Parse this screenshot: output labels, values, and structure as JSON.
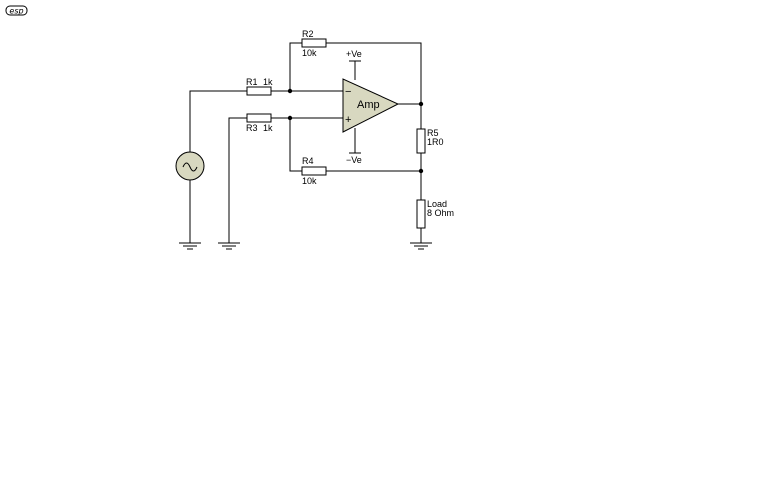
{
  "logo": {
    "text": "esp"
  },
  "components": {
    "r1": {
      "name": "R1",
      "value": "1k"
    },
    "r2": {
      "name": "R2",
      "value": "10k"
    },
    "r3": {
      "name": "R3",
      "value": "1k"
    },
    "r4": {
      "name": "R4",
      "value": "10k"
    },
    "r5": {
      "name": "R5",
      "value": "1R0"
    },
    "load": {
      "name": "Load",
      "value": "8 Ohm"
    }
  },
  "opamp": {
    "label": "Amp",
    "minus_sign": "−",
    "plus_sign": "+",
    "vpos": "+Ve",
    "vneg": "−Ve"
  },
  "colors": {
    "wire": "#000000",
    "opamp_fill": "#d8d8c0",
    "source_fill": "#d8d8c0",
    "resistor_fill": "#ffffff"
  }
}
